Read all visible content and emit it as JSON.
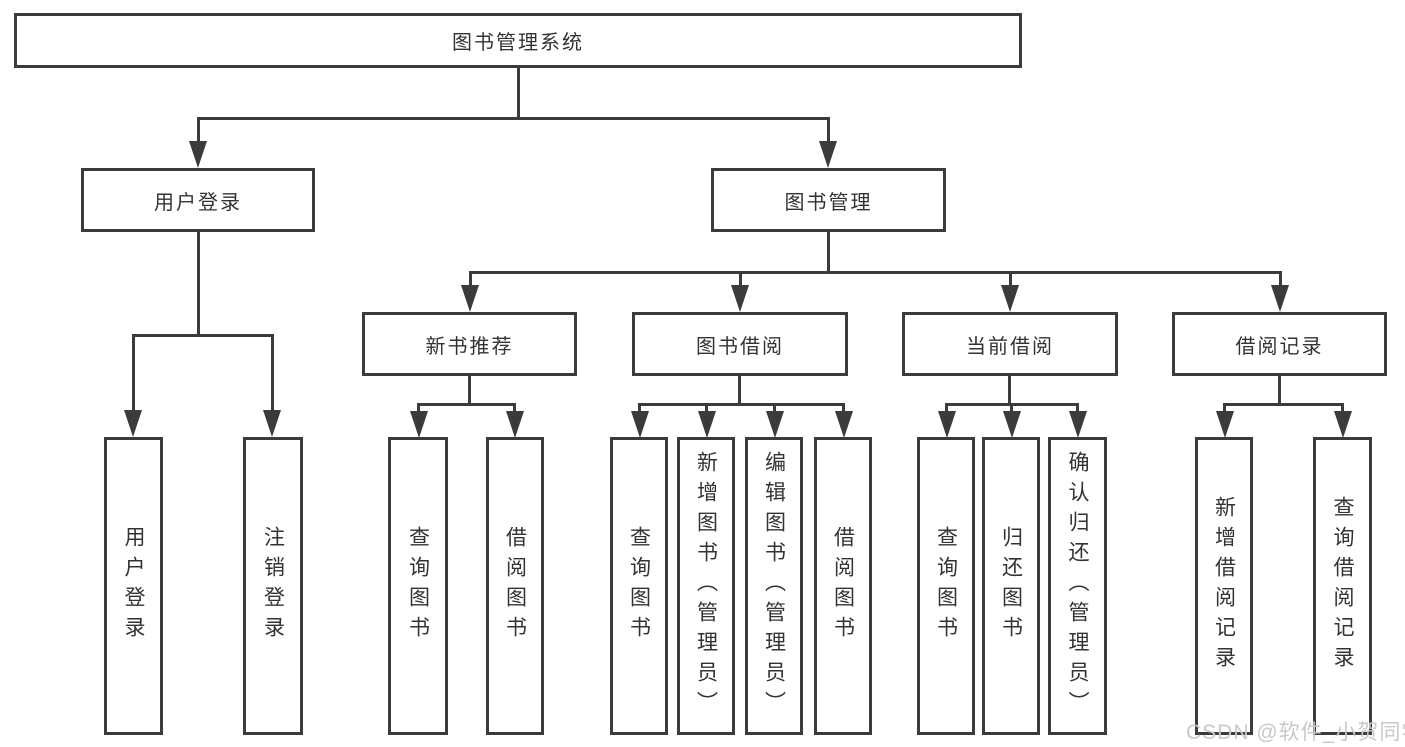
{
  "tree": {
    "root": "图书管理系统",
    "l2": [
      {
        "label": "用户登录",
        "children": [
          "用户登录",
          "注销登录"
        ]
      },
      {
        "label": "图书管理"
      }
    ],
    "l3": [
      {
        "label": "新书推荐",
        "children": [
          "查询图书",
          "借阅图书"
        ]
      },
      {
        "label": "图书借阅",
        "children": [
          "查询图书",
          "新增图书（管理员）",
          "编辑图书（管理员）",
          "借阅图书"
        ]
      },
      {
        "label": "当前借阅",
        "children": [
          "查询图书",
          "归还图书",
          "确认归还（管理员）"
        ]
      },
      {
        "label": "借阅记录",
        "children": [
          "新增借阅记录",
          "查询借阅记录"
        ]
      }
    ]
  },
  "watermark": {
    "text": "CSDN @软件_小贺同学"
  },
  "colors": {
    "line": "#3b3b3b",
    "text": "#333333",
    "wm": "#c9c9c9",
    "bg": "#ffffff"
  }
}
